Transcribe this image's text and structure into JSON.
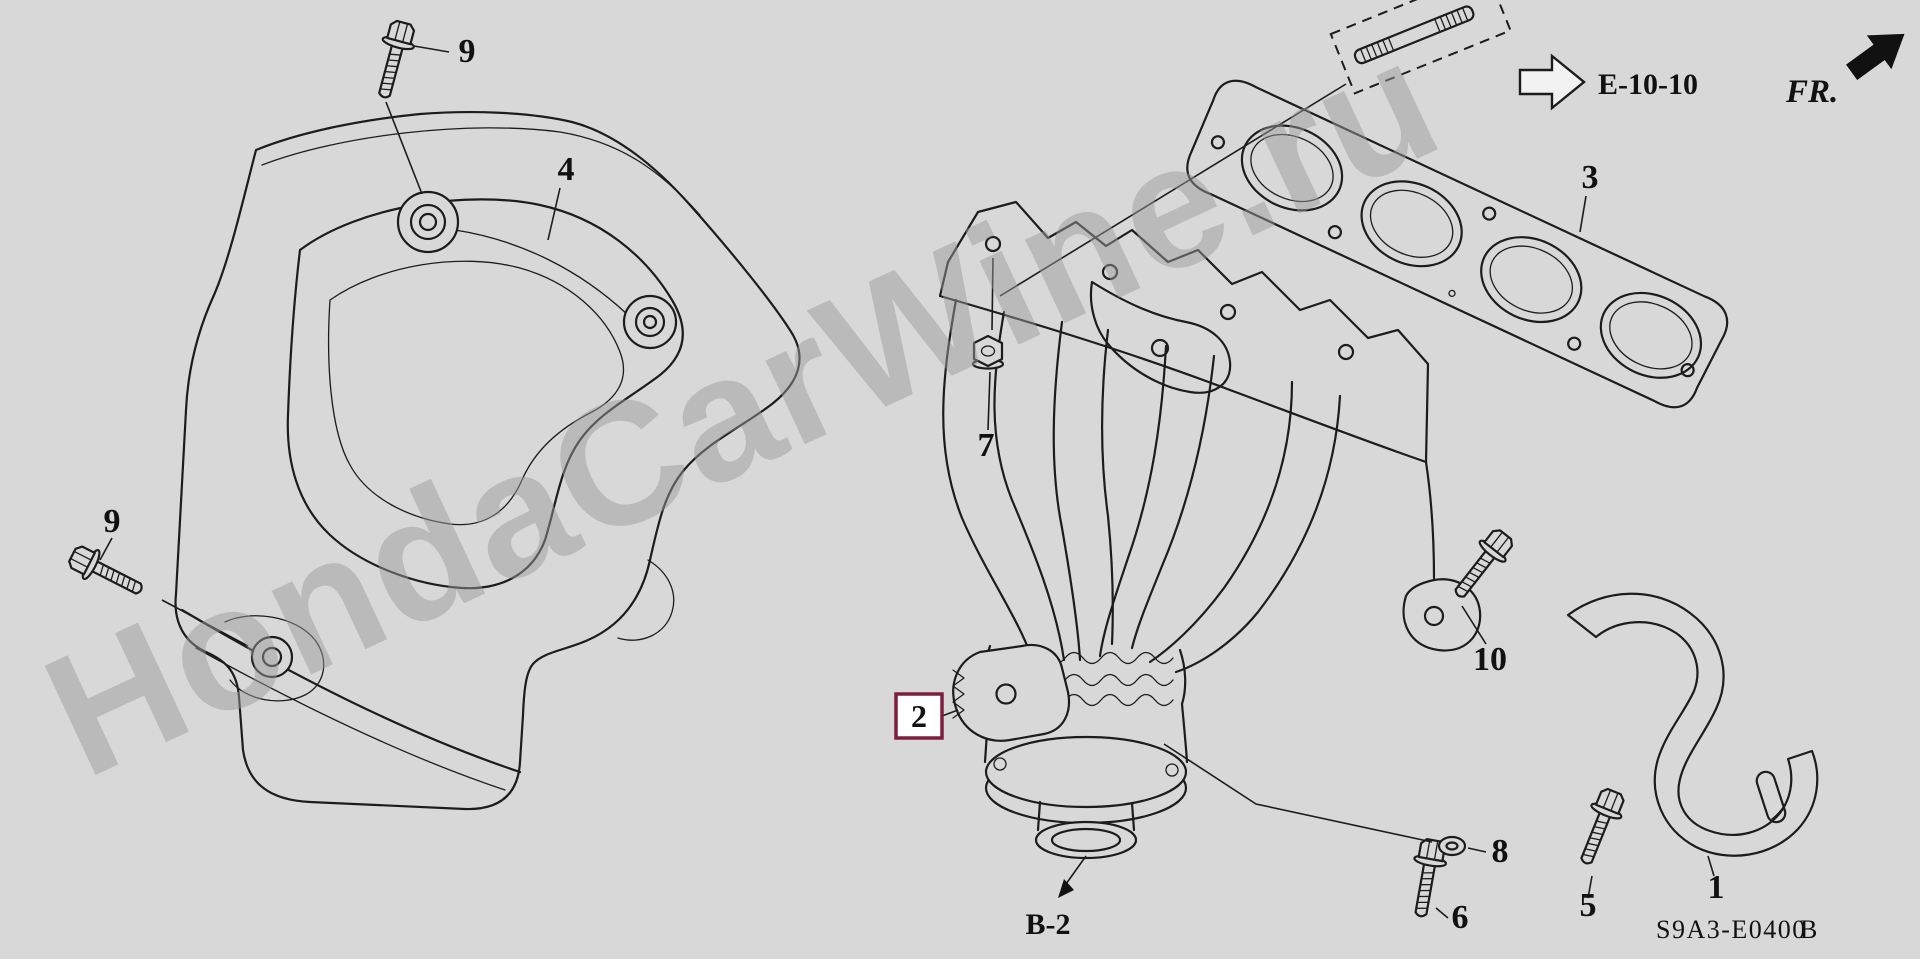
{
  "diagram": {
    "watermark": "HondaCarWine.ru",
    "direction_label": "FR.",
    "detail_ref": "E-10-10",
    "section_ref": "B-2",
    "drawing_code": "S9A3-E0400",
    "drawing_code_suffix": "B",
    "parts": {
      "p1": "1",
      "p2": "2",
      "p3": "3",
      "p4": "4",
      "p5": "5",
      "p6": "6",
      "p7": "7",
      "p8": "8",
      "p9_top": "9",
      "p9_left": "9",
      "p10": "10"
    },
    "colors": {
      "background": "#d8d8d8",
      "line": "#1c1c1c",
      "watermark": "#9b9b9b",
      "highlight_box": "#7d1f3c"
    }
  }
}
